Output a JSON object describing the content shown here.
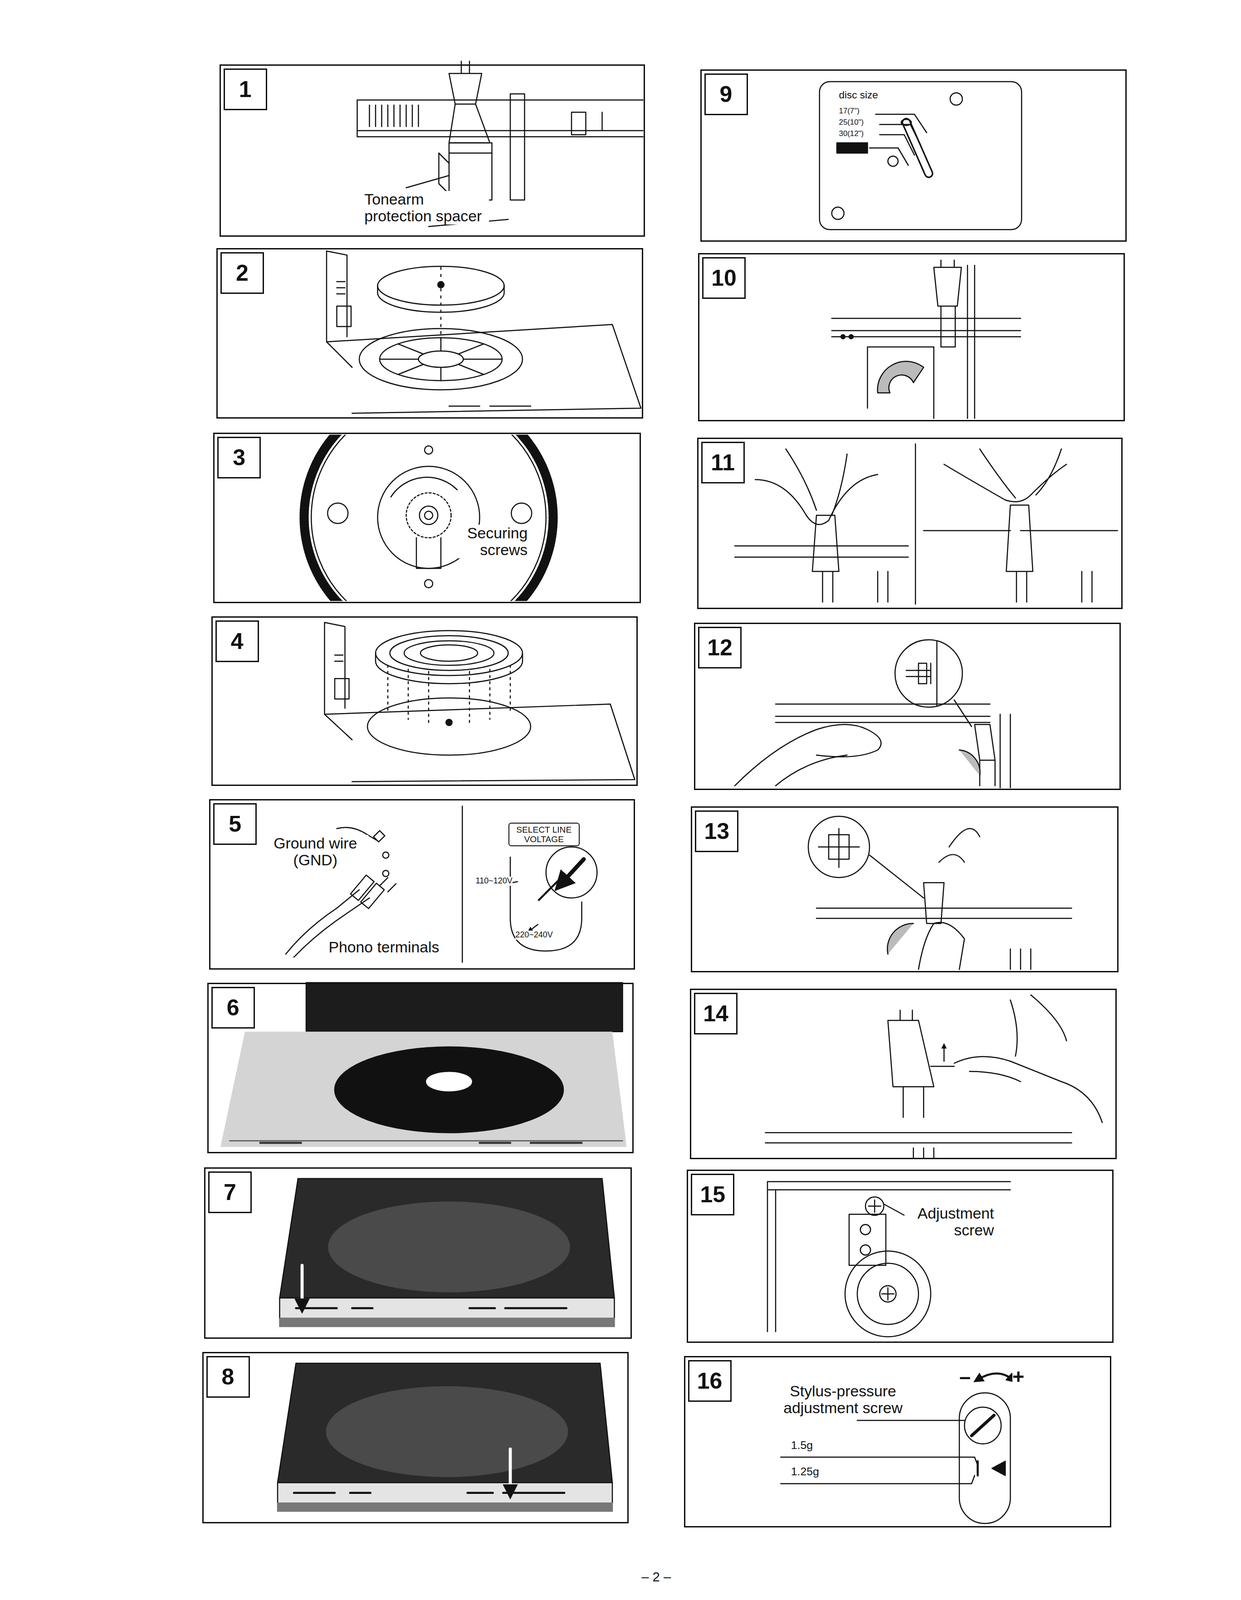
{
  "diagram": {
    "nodes": [
      {
        "text": [
          "1"
        ]
      },
      {
        "text": [
          "2"
        ]
      },
      {
        "text": [
          "3"
        ]
      },
      {
        "text": [
          "4"
        ]
      },
      {
        "text": [
          "5"
        ]
      },
      {
        "text": [
          "6"
        ]
      },
      {
        "text": [
          "7"
        ]
      },
      {
        "text": [
          "8"
        ]
      },
      {
        "text": [
          "9"
        ]
      },
      {
        "text": [
          "10"
        ]
      },
      {
        "text": [
          "11"
        ]
      },
      {
        "text": [
          "12"
        ]
      },
      {
        "text": [
          "13"
        ]
      },
      {
        "text": [
          "14"
        ]
      },
      {
        "text": [
          "15"
        ]
      },
      {
        "text": [
          "16"
        ]
      }
    ],
    "labels": [
      "Tonearm protection spacer",
      "Securing screws",
      "Ground wire (GND)",
      "Phono terminals",
      "SELECT LINE VOLTAGE",
      "110~120V",
      "220~240V",
      "disc size",
      "17(7\")",
      "25(10\")",
      "30(12\")",
      "Adjustment screw",
      "Stylus-pressure adjustment screw",
      "–",
      "+",
      "1.5g",
      "1.25g",
      "– 2 –"
    ]
  }
}
